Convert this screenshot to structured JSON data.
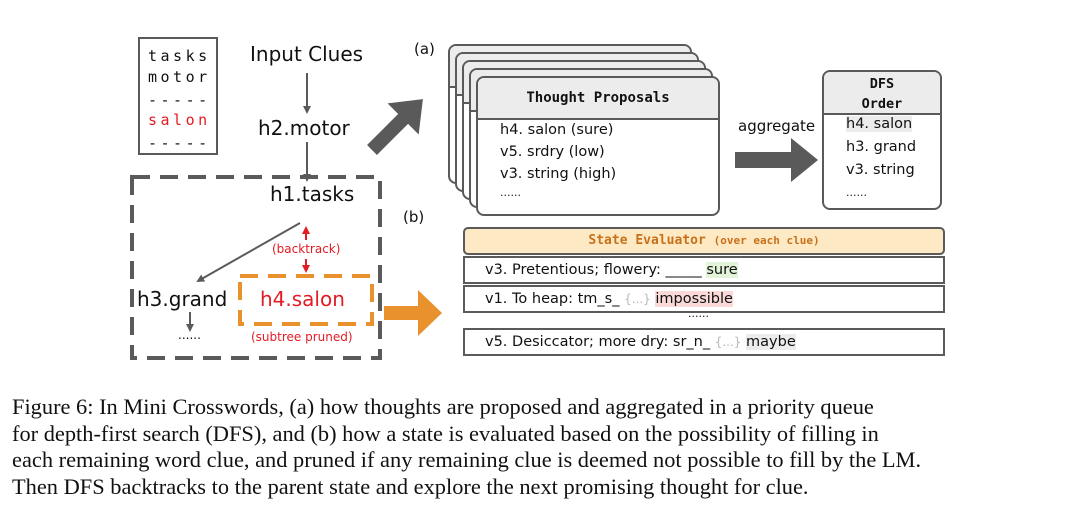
{
  "word_grid": {
    "lines": [
      "tasks",
      "motor",
      "-----",
      "salon",
      "-----"
    ],
    "highlighted_index": 3,
    "highlight_color": "#e31b23"
  },
  "tree": {
    "input": "Input Clues",
    "h2": "h2.motor",
    "h1": "h1.tasks",
    "h3": "h3.grand",
    "h4": "h4.salon",
    "h3_child": "......",
    "backtrack": "(backtrack)",
    "pruned": "(subtree pruned)"
  },
  "section_labels": {
    "a": "(a)",
    "b": "(b)"
  },
  "thought_proposals": {
    "title": "Thought Proposals",
    "items": [
      "h4. salon (sure)",
      "v5. srdry (low)",
      "v3. string (high)",
      "......"
    ]
  },
  "aggregate_label": "aggregate",
  "dfs_order": {
    "title_line1": "DFS",
    "title_line2": "Order",
    "items": [
      "h4. salon",
      "h3. grand",
      "v3. string",
      "......"
    ]
  },
  "state_evaluator": {
    "title": "State Evaluator",
    "subtitle": "(over each clue)",
    "rows": [
      {
        "clue": "v3. Pretentious; flowery: _____",
        "brace": "",
        "verdict": "sure",
        "verdict_color": "#e3f5d8"
      },
      {
        "clue": "v1. To heap: tm_s_",
        "brace": "{...}",
        "verdict": "impossible",
        "verdict_color": "#fbd9d9"
      },
      {
        "clue": "v5. Desiccator; more dry: sr_n_",
        "brace": "{...}",
        "verdict": "maybe",
        "verdict_color": "#ececec"
      }
    ],
    "ellipsis": "......"
  },
  "colors": {
    "orange": "#e8912d",
    "gray_arrow": "#5a5a5a",
    "red": "#e31b23",
    "evaluator_bg": "#fde9c3",
    "evaluator_text": "#c9701a"
  },
  "caption": {
    "lines": [
      "Figure 6: In Mini Crosswords, (a) how thoughts are proposed and aggregated in a priority queue",
      "for depth-first search (DFS), and (b) how a state is evaluated based on the possibility of filling in",
      "each remaining word clue, and pruned if any remaining clue is deemed not possible to fill by the LM.",
      "Then DFS backtracks to the parent state and explore the next promising thought for clue."
    ]
  }
}
